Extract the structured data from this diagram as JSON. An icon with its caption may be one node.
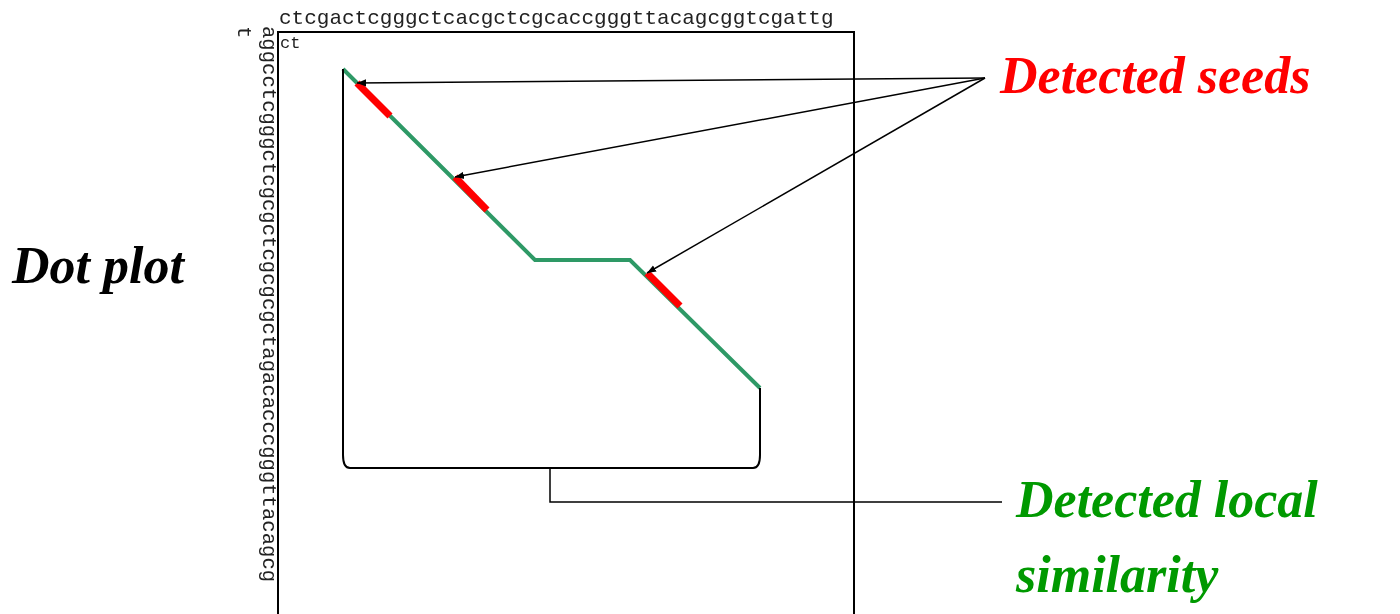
{
  "diagram": {
    "nodes": [
      {
        "text": [
          "Detected seeds"
        ]
      },
      {
        "text": [],
        "shape": "bar"
      },
      {
        "text": [],
        "shape": "bar"
      },
      {
        "text": [],
        "shape": "bar"
      },
      {
        "text": [
          "Detected local similarity"
        ]
      }
    ],
    "edges": [
      {
        "from": 0,
        "to": 1,
        "arrow": "to"
      },
      {
        "from": 0,
        "to": 2,
        "arrow": "to"
      },
      {
        "from": 0,
        "to": 3,
        "arrow": "to"
      },
      {
        "from": 4,
        "to": null,
        "arrow": "none"
      }
    ],
    "labels": [
      "ctcgactcgggctcacgctcgcaccgggttacagcggtcgattg",
      "t",
      "aggcctcgggctcgcgctcgcgcgctagacacccgggttacagcg",
      "ct",
      "Dot plot"
    ]
  }
}
